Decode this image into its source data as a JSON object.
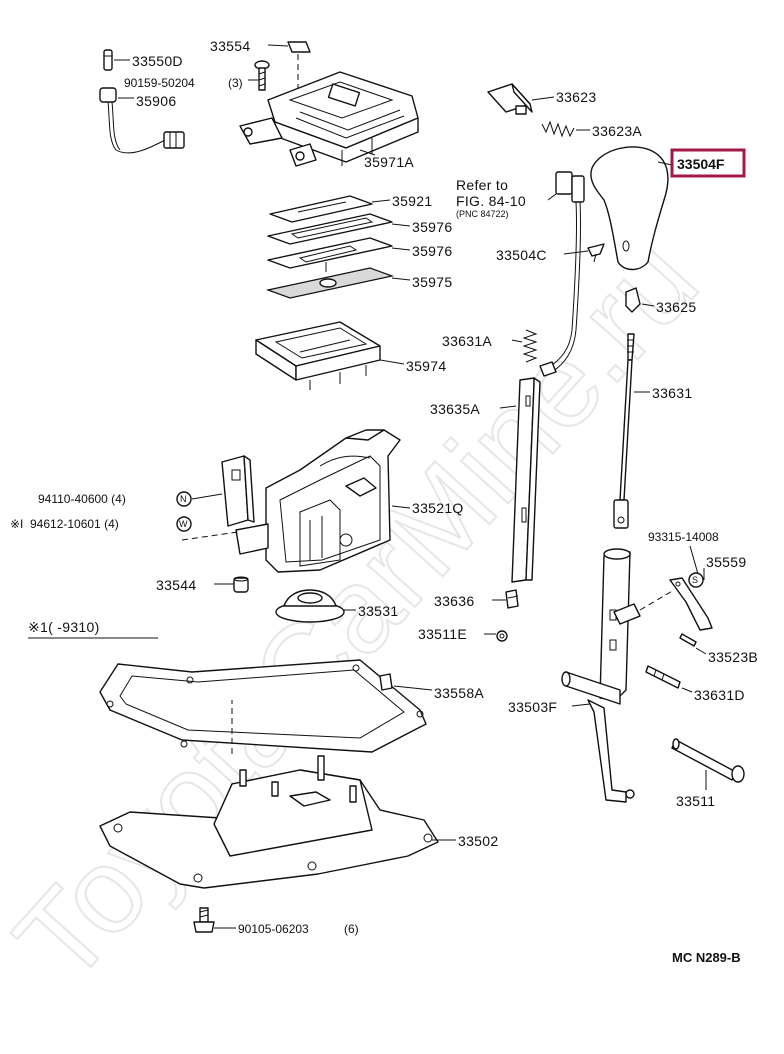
{
  "watermark": "ToyotaCarMine.ru",
  "highlight_color": "#a3174a",
  "labels": {
    "p33554": "33554",
    "p33550D": "33550D",
    "p90159": "90159-50204",
    "p90159_qty": "(3)",
    "p35906": "35906",
    "p35971A": "35971A",
    "p33623": "33623",
    "p33623A": "33623A",
    "p33504F": "33504F",
    "refer_line1": "Refer to",
    "refer_line2": "FIG. 84-10",
    "refer_pnc": "(PNC 84722)",
    "p35921": "35921",
    "p35976a": "35976",
    "p35976b": "35976",
    "p35975": "35975",
    "p33504C": "33504C",
    "p33625": "33625",
    "p33631A": "33631A",
    "p35974": "35974",
    "p33635A": "33635A",
    "p33631": "33631",
    "p94110": "94110-40600 (4)",
    "p94612": "94612-10601 (4)",
    "p94612_mark": "※I",
    "circle_N": "N",
    "circle_W": "W",
    "p33521Q": "33521Q",
    "p93315": "93315-14008",
    "circle_S": "S",
    "p35559": "35559",
    "p33544": "33544",
    "p33531": "33531",
    "p33636": "33636",
    "p33511E": "33511E",
    "p33523B": "33523B",
    "footnote": "※1(     -9310)",
    "p33558A": "33558A",
    "p33503F": "33503F",
    "p33631D": "33631D",
    "p33511": "33511",
    "p33502": "33502",
    "p90105": "90105-06203",
    "p90105_qty": "(6)",
    "ref_code": "MC N289-B"
  }
}
